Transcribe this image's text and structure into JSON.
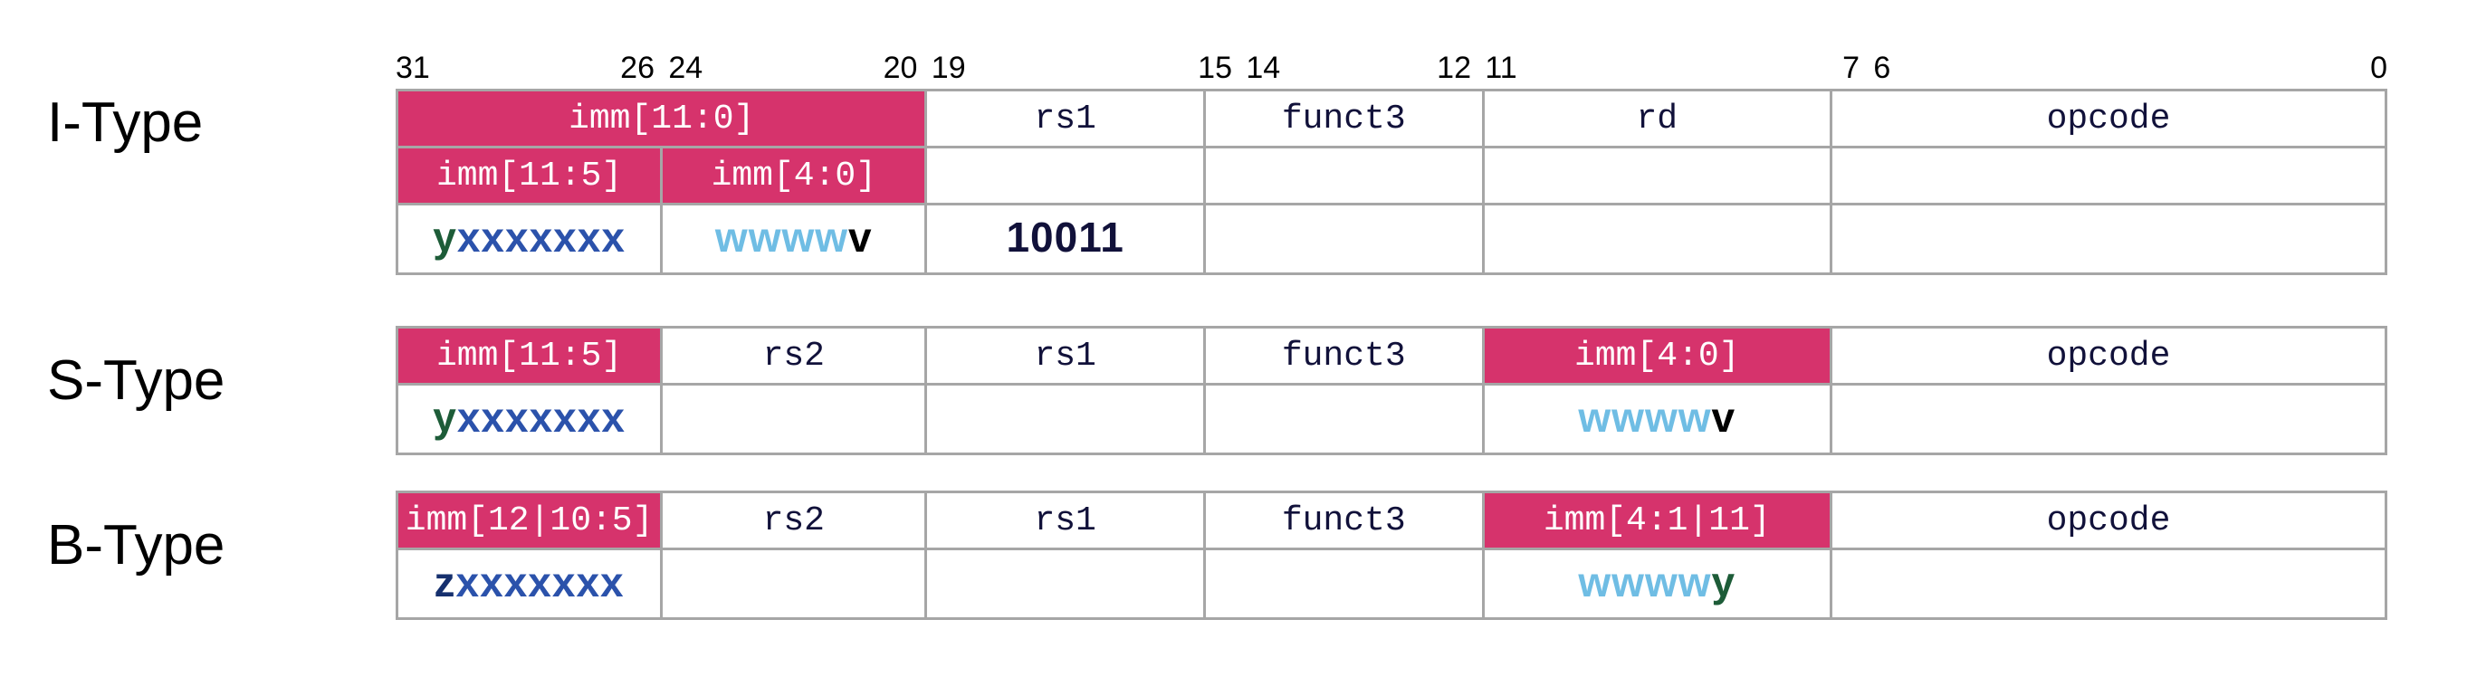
{
  "labels": {
    "i_type": "I-Type",
    "s_type": "S-Type",
    "b_type": "B-Type"
  },
  "colors": {
    "imm_highlight": "#d6336c",
    "grid_line": "#a6a6a6",
    "text_dark": "#11113a",
    "green": "#1d5c38",
    "navy": "#16306e",
    "blue": "#2b52ab",
    "light_blue": "#6fbde4",
    "black": "#000000",
    "background": "#ffffff"
  },
  "bit_ruler": [
    {
      "value": "31",
      "align": "left",
      "pos_pct": 0.0
    },
    {
      "value": "26",
      "align": "right",
      "pos_pct": 13.0
    },
    {
      "value": "24",
      "align": "left",
      "pos_pct": 13.7
    },
    {
      "value": "20",
      "align": "right",
      "pos_pct": 26.2
    },
    {
      "value": "19",
      "align": "left",
      "pos_pct": 26.9
    },
    {
      "value": "15",
      "align": "right",
      "pos_pct": 42.0
    },
    {
      "value": "14",
      "align": "left",
      "pos_pct": 42.7
    },
    {
      "value": "12",
      "align": "right",
      "pos_pct": 54.0
    },
    {
      "value": "11",
      "align": "left",
      "pos_pct": 54.7
    },
    {
      "value": "7",
      "align": "right",
      "pos_pct": 73.5
    },
    {
      "value": "6",
      "align": "left",
      "pos_pct": 74.2
    },
    {
      "value": "0",
      "align": "right",
      "pos_pct": 100.0
    }
  ],
  "i_type": {
    "row1": [
      {
        "text": "imm[11:0]",
        "highlight": true,
        "colspan": 2
      },
      {
        "text": "rs1",
        "highlight": false,
        "colspan": 1
      },
      {
        "text": "funct3",
        "highlight": false,
        "colspan": 1
      },
      {
        "text": "rd",
        "highlight": false,
        "colspan": 1
      },
      {
        "text": "opcode",
        "highlight": false,
        "colspan": 1
      }
    ],
    "row2": [
      {
        "text": "imm[11:5]",
        "highlight": true
      },
      {
        "text": "imm[4:0]",
        "highlight": true
      },
      {
        "text": "",
        "highlight": false
      },
      {
        "text": "",
        "highlight": false
      },
      {
        "text": "",
        "highlight": false
      },
      {
        "text": "",
        "highlight": false
      }
    ],
    "row3": {
      "cell_imm_hi": [
        {
          "text": "y",
          "color": "green"
        },
        {
          "text": "xxxxxxx",
          "color": "blue"
        }
      ],
      "cell_imm_lo": [
        {
          "text": "wwww",
          "color": "light_blue"
        },
        {
          "text": "v",
          "color": "black"
        }
      ],
      "cell_rs1": [
        {
          "text": "10011",
          "color": "dark"
        }
      ],
      "cell_funct3": [],
      "cell_rd": [],
      "cell_opcode": []
    }
  },
  "s_type": {
    "row1": [
      {
        "text": "imm[11:5]",
        "highlight": true
      },
      {
        "text": "rs2",
        "highlight": false
      },
      {
        "text": "rs1",
        "highlight": false
      },
      {
        "text": "funct3",
        "highlight": false
      },
      {
        "text": "imm[4:0]",
        "highlight": true
      },
      {
        "text": "opcode",
        "highlight": false
      }
    ],
    "row2": {
      "cell_imm_hi": [
        {
          "text": "y",
          "color": "green"
        },
        {
          "text": "xxxxxxx",
          "color": "blue"
        }
      ],
      "cell_rs2": [],
      "cell_rs1": [],
      "cell_funct3": [],
      "cell_imm_lo": [
        {
          "text": "wwww",
          "color": "light_blue"
        },
        {
          "text": "v",
          "color": "black"
        }
      ],
      "cell_opcode": []
    }
  },
  "b_type": {
    "row1": [
      {
        "text": "imm[12|10:5]",
        "highlight": true
      },
      {
        "text": "rs2",
        "highlight": false
      },
      {
        "text": "rs1",
        "highlight": false
      },
      {
        "text": "funct3",
        "highlight": false
      },
      {
        "text": "imm[4:1|11]",
        "highlight": true
      },
      {
        "text": "opcode",
        "highlight": false
      }
    ],
    "row2": {
      "cell_imm_hi": [
        {
          "text": "z",
          "color": "navy"
        },
        {
          "text": "xxxxxxx",
          "color": "blue"
        }
      ],
      "cell_rs2": [],
      "cell_rs1": [],
      "cell_funct3": [],
      "cell_imm_lo": [
        {
          "text": "wwww",
          "color": "light_blue"
        },
        {
          "text": "y",
          "color": "green"
        }
      ],
      "cell_opcode": []
    }
  }
}
